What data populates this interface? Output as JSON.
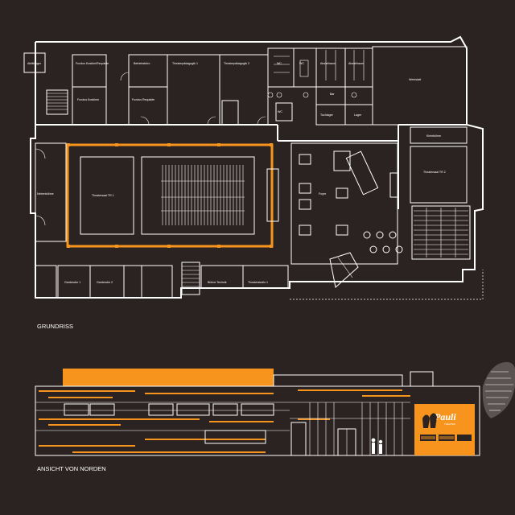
{
  "plan": {
    "caption": "GRUNDRISS",
    "rooms": {
      "abfalllager": "Abfälllager",
      "kostuem": "Fundus Kostüm/Requisite",
      "betriebsbuero": "Betriebsbüro",
      "theaterpaed1": "Theaterpädagogik 1",
      "theaterpaed2": "Theaterpädagogik 2",
      "fundus_kostuem": "Fundus Kostüme",
      "fundus_requisite": "Fundus Requisite",
      "wc1": "WC",
      "wc2": "WC",
      "wc3": "WC",
      "abstell1": "Abstellraum",
      "abstell2": "Abstellraum",
      "bar": "Bar",
      "garderobe_lager": "Tuchlager",
      "lager": "Lager",
      "werkstatt": "Werkstatt",
      "nebenbuehne": "Nebenbühne",
      "theatersaal1": "Theatersaal TR 1",
      "foyer": "Foyer",
      "kleinbuehne": "Kleinbühne",
      "theatersaal2": "Theatersaal TR 2",
      "garderobe1": "Garderobe 1",
      "garderobe2": "Garderobe 2",
      "buehnentechnik": "Bühne Technik",
      "theaterstudio1": "Theaterstudio 1"
    }
  },
  "elevation": {
    "caption": "ANSICHT VON NORDEN",
    "brand": "Pauli",
    "brand_sub": "THEATER"
  },
  "colors": {
    "background": "#2b2321",
    "line": "#ffffff",
    "accent": "#f7941d"
  }
}
